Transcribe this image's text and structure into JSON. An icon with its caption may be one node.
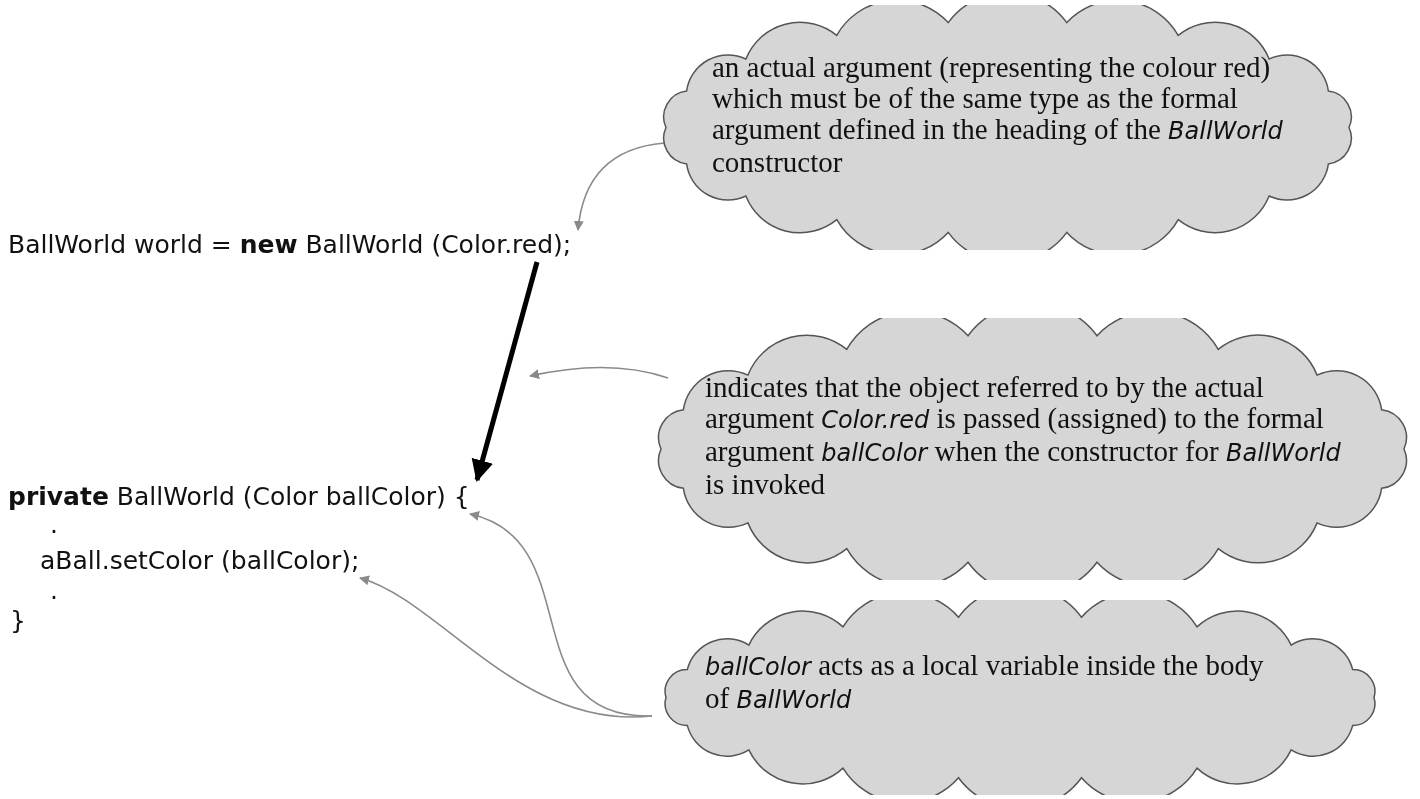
{
  "diagram": {
    "nodes": [
      {
        "text": [
          "BallWorld world = **new** BallWorld (Color.red);"
        ]
      },
      {
        "text": [
          "**private** BallWorld (Color ballColor) {"
        ]
      },
      {
        "text": [
          "aBall.setColor (ballColor);"
        ]
      },
      {
        "text": [
          "an actual argument (representing the colour red) which must be of the same type as the formal argument defined in the heading of the *BallWorld* constructor"
        ]
      },
      {
        "text": [
          "indicates that the object referred to by the actual argument *Color.red* is passed (assigned) to the formal argument *ballColor* when the constructor for *BallWorld* is invoked"
        ]
      },
      {
        "text": [
          "*ballColor* acts as a local variable inside the body of *BallWorld*"
        ]
      }
    ],
    "edges": [
      {
        "from": 3,
        "to": 0,
        "arrow": "to"
      },
      {
        "from": 0,
        "to": 1,
        "arrow": "to",
        "style": "thick",
        "color": "#000000"
      },
      {
        "from": 4,
        "to": null,
        "arrow": "to"
      },
      {
        "from": 5,
        "to": 1,
        "arrow": "to"
      },
      {
        "from": 5,
        "to": 2,
        "arrow": "to"
      }
    ],
    "labels": [
      ".",
      ".",
      "}"
    ]
  }
}
